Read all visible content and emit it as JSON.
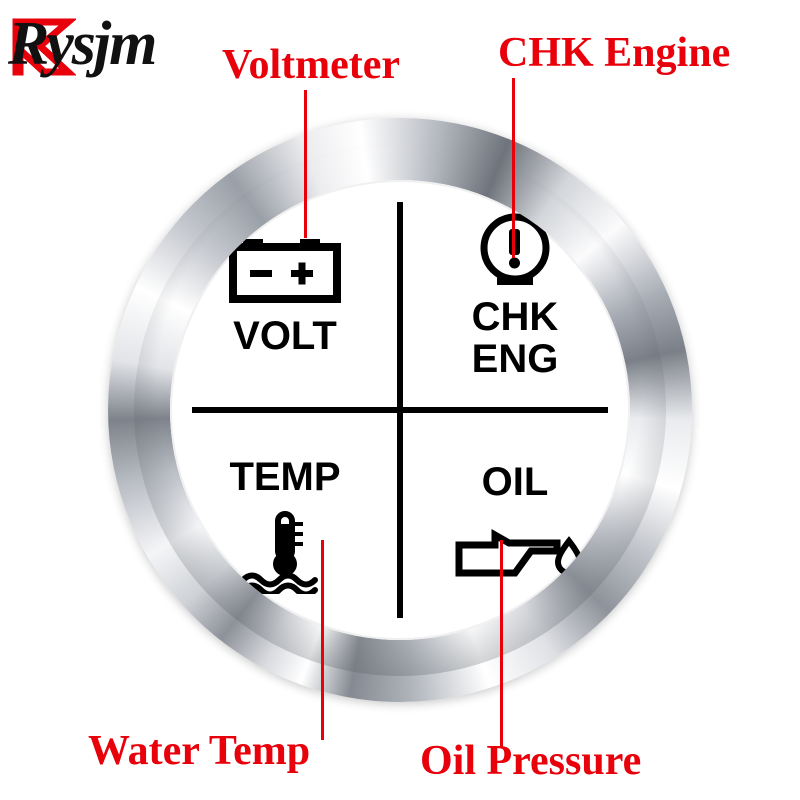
{
  "brand": {
    "name": "Rysjm",
    "logo_icon": "red-swoosh-logo-icon",
    "colors": {
      "logo_accent": "#e8000b",
      "logo_text": "#111111"
    }
  },
  "gauge": {
    "type": "4-in-1 indicator gauge",
    "bezel": "chrome-ring",
    "face_color": "#ffffff",
    "quadrants": [
      {
        "key": "volt",
        "label": "VOLT",
        "icon": "battery-icon",
        "label_position": "below-icon"
      },
      {
        "key": "chkeng",
        "label": "CHK\nENG",
        "line1": "CHK",
        "line2": "ENG",
        "icon": "check-engine-warning-icon",
        "label_position": "below-icon"
      },
      {
        "key": "temp",
        "label": "TEMP",
        "icon": "water-temperature-icon",
        "label_position": "above-icon"
      },
      {
        "key": "oil",
        "label": "OIL",
        "icon": "oil-can-icon",
        "label_position": "above-icon"
      }
    ]
  },
  "annotations": {
    "color": "#e8000b",
    "items": [
      {
        "key": "voltmeter",
        "text": "Voltmeter",
        "points_to": "volt"
      },
      {
        "key": "chk_engine",
        "text": "CHK Engine",
        "points_to": "chkeng"
      },
      {
        "key": "water_temp",
        "text": "Water Temp",
        "points_to": "temp"
      },
      {
        "key": "oil_pressure",
        "text": "Oil Pressure",
        "points_to": "oil"
      }
    ]
  }
}
